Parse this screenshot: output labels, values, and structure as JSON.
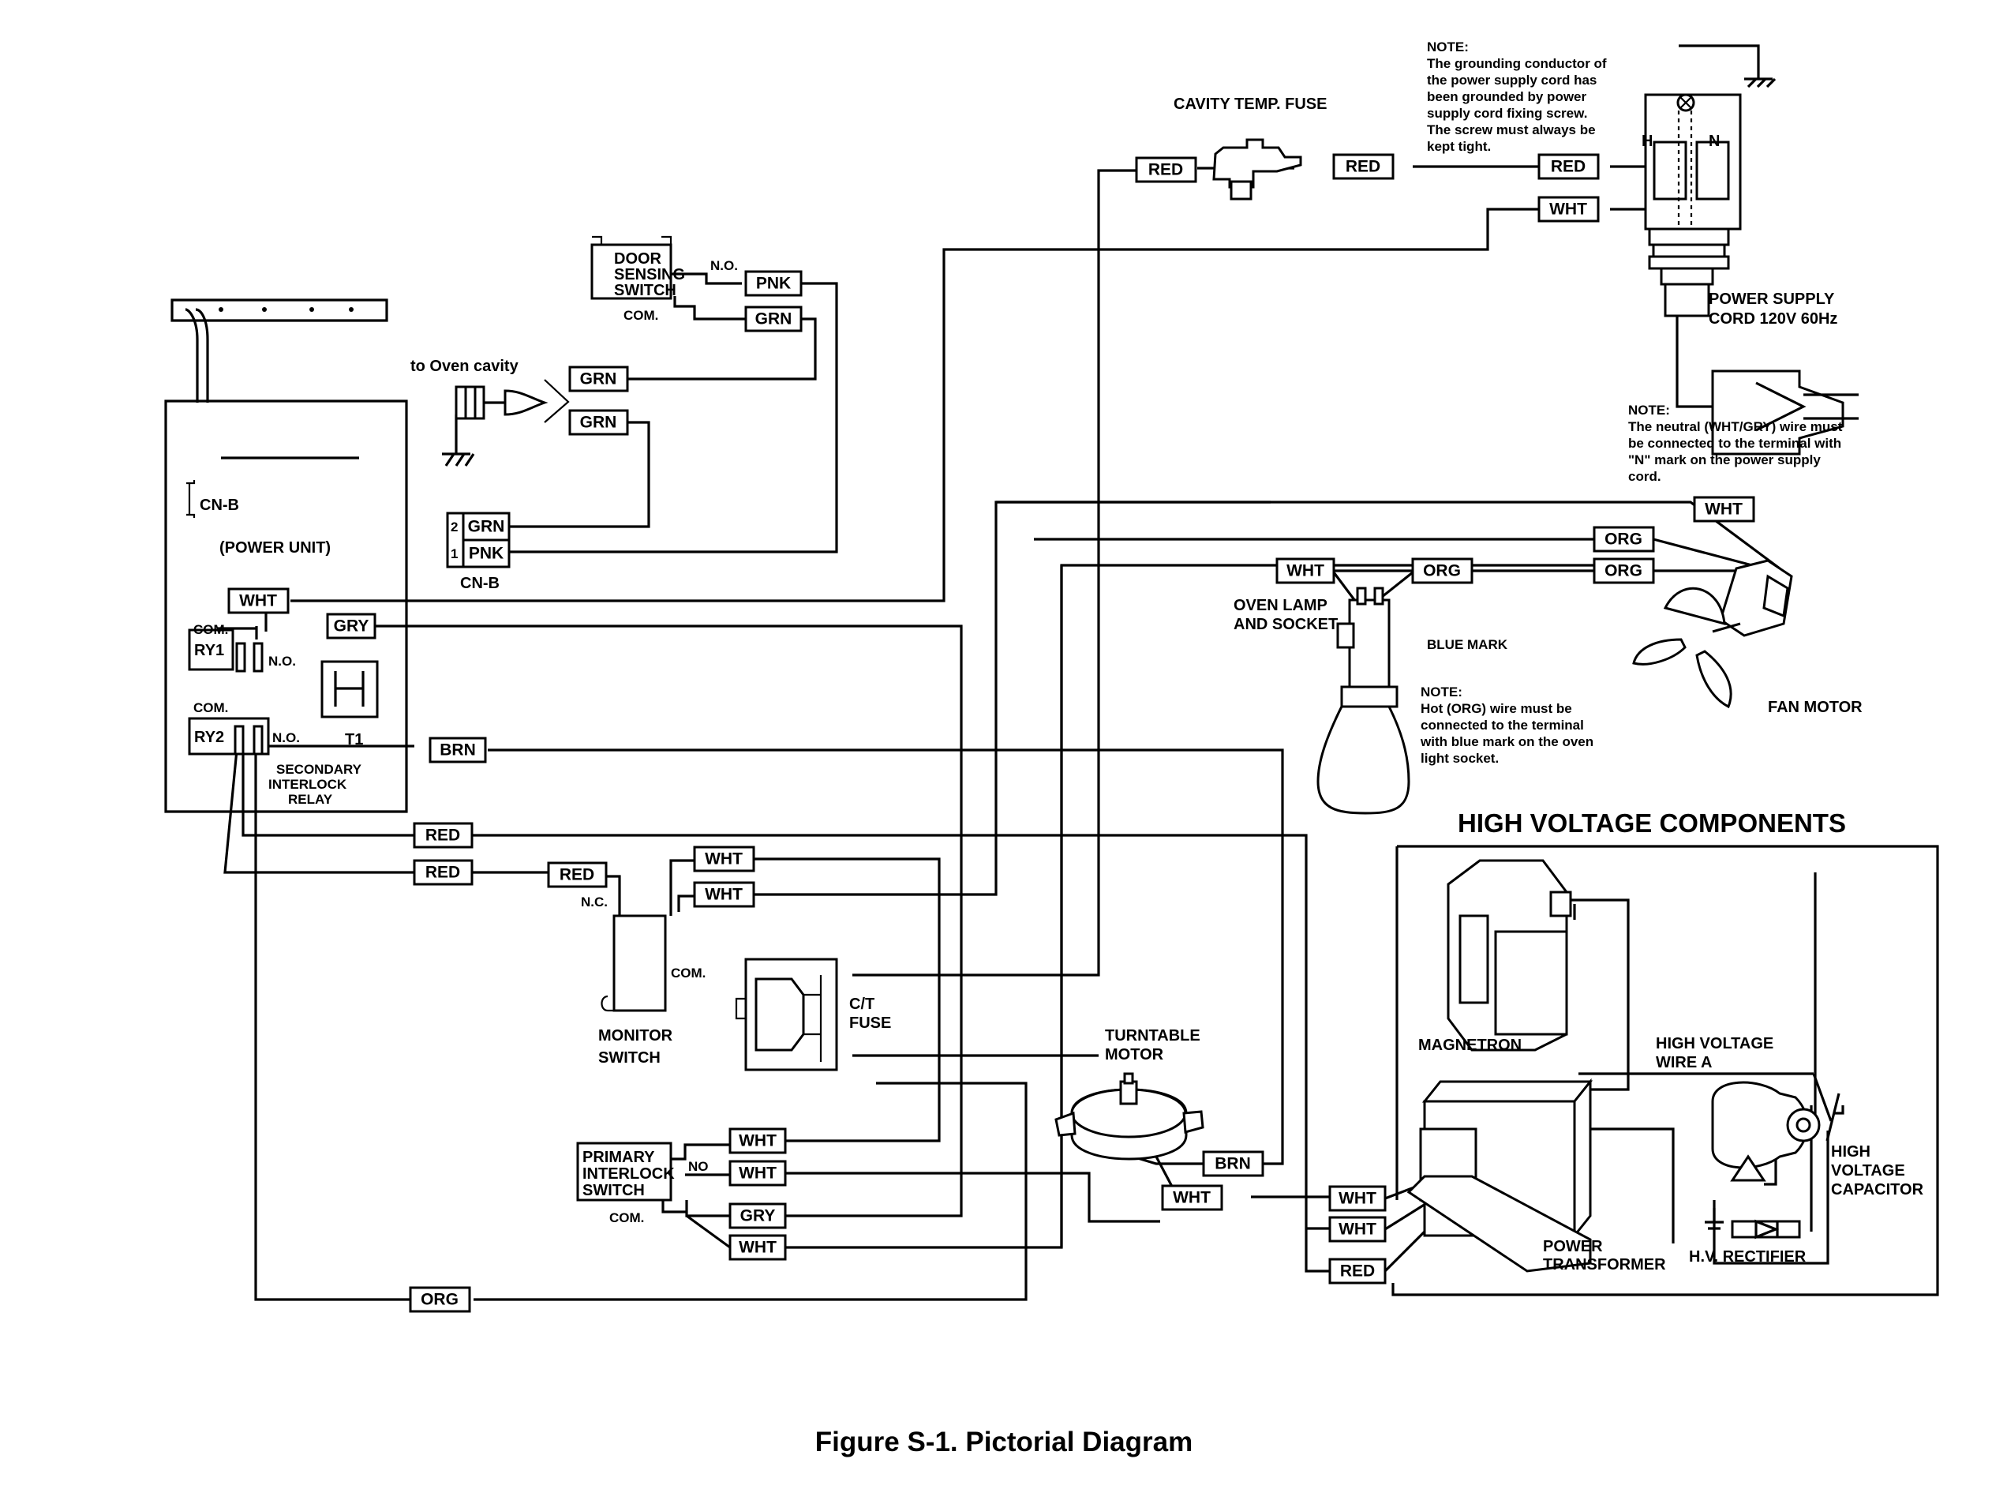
{
  "caption": "Figure S-1. Pictorial Diagram",
  "hv_title": "HIGH VOLTAGE COMPONENTS",
  "labels": {
    "cavity_fuse": "CAVITY TEMP. FUSE",
    "door_switch": [
      "DOOR",
      "SENSING",
      "SWITCH"
    ],
    "to_oven_cavity": "to Oven cavity",
    "cn_b": "CN-B",
    "power_unit": "(POWER UNIT)",
    "ry1": "RY1",
    "ry2": "RY2",
    "t1": "T1",
    "secondary_relay": [
      "SECONDARY",
      "INTERLOCK",
      "RELAY"
    ],
    "monitor_switch": [
      "MONITOR",
      "SWITCH"
    ],
    "ct_fuse": [
      "C/T",
      "FUSE"
    ],
    "primary_switch": [
      "PRIMARY",
      "INTERLOCK",
      "SWITCH"
    ],
    "turntable_motor": [
      "TURNTABLE",
      "MOTOR"
    ],
    "oven_lamp": [
      "OVEN LAMP",
      "AND SOCKET"
    ],
    "blue_mark": "BLUE MARK",
    "fan_motor": "FAN MOTOR",
    "power_cord": [
      "POWER SUPPLY",
      "CORD 120V 60Hz"
    ],
    "magnetron": "MAGNETRON",
    "hv_wire": [
      "HIGH VOLTAGE",
      "WIRE A"
    ],
    "hv_capacitor": [
      "HIGH",
      "VOLTAGE",
      "CAPACITOR"
    ],
    "power_transformer": [
      "POWER",
      "TRANSFORMER"
    ],
    "hv_rectifier": "H.V. RECTIFIER",
    "no": "N.O.",
    "no2": "NO",
    "nc": "N.C.",
    "com": "COM.",
    "pin1": "1",
    "pin2": "2",
    "hot_h": "H",
    "neutral_n": "N"
  },
  "notes": {
    "grounding": [
      "NOTE:",
      "The grounding conductor of",
      "the power supply cord has",
      "been grounded by power",
      "supply cord fixing screw.",
      "The screw must always be",
      "kept tight."
    ],
    "neutral": [
      "NOTE:",
      "The neutral (WHT/GRY) wire must",
      "be connected to the terminal with",
      "\"N\" mark on the power supply",
      "cord."
    ],
    "hot": [
      "NOTE:",
      "Hot (ORG) wire must be",
      "connected to the terminal",
      "with blue mark on the oven",
      "light socket."
    ]
  },
  "wire_tags": {
    "red": "RED",
    "wht": "WHT",
    "pnk": "PNK",
    "grn": "GRN",
    "gry": "GRY",
    "brn": "BRN",
    "org": "ORG"
  },
  "colors": {
    "ink": "#000000",
    "paper": "#ffffff"
  }
}
